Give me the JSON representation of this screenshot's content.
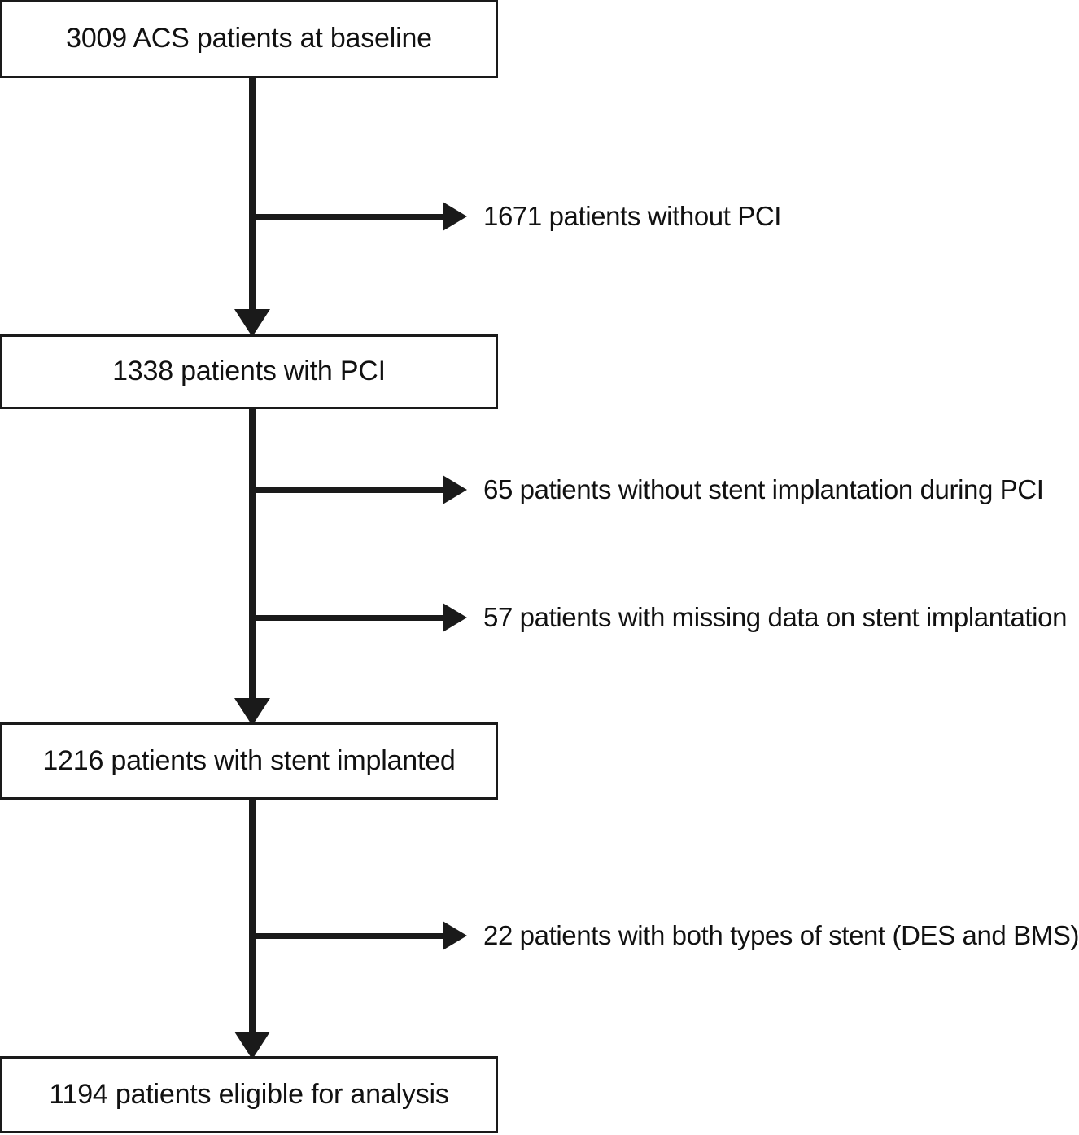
{
  "diagram": {
    "type": "patient-flow-diagram",
    "title": "",
    "nodes": [
      {
        "id": "baseline",
        "label": "3009 ACS patients at baseline",
        "count": 3009
      },
      {
        "id": "pci",
        "label": "1338 patients with PCI",
        "count": 1338
      },
      {
        "id": "stent",
        "label": "1216 patients with stent implanted",
        "count": 1216
      },
      {
        "id": "eligible",
        "label": "1194 patients eligible for analysis",
        "count": 1194
      }
    ],
    "exclusions": [
      {
        "id": "no-pci",
        "label": "1671 patients without PCI",
        "count": 1671
      },
      {
        "id": "no-stent",
        "label": "65 patients without stent implantation during PCI",
        "count": 65
      },
      {
        "id": "missing-data",
        "label": "57 patients with missing data on stent implantation",
        "count": 57
      },
      {
        "id": "both-types",
        "label": "22 patients with both types of stent (DES and BMS)",
        "count": 22
      }
    ],
    "colors": {
      "stroke": "#1a1a1a",
      "text": "#111111",
      "background": "#ffffff"
    }
  }
}
